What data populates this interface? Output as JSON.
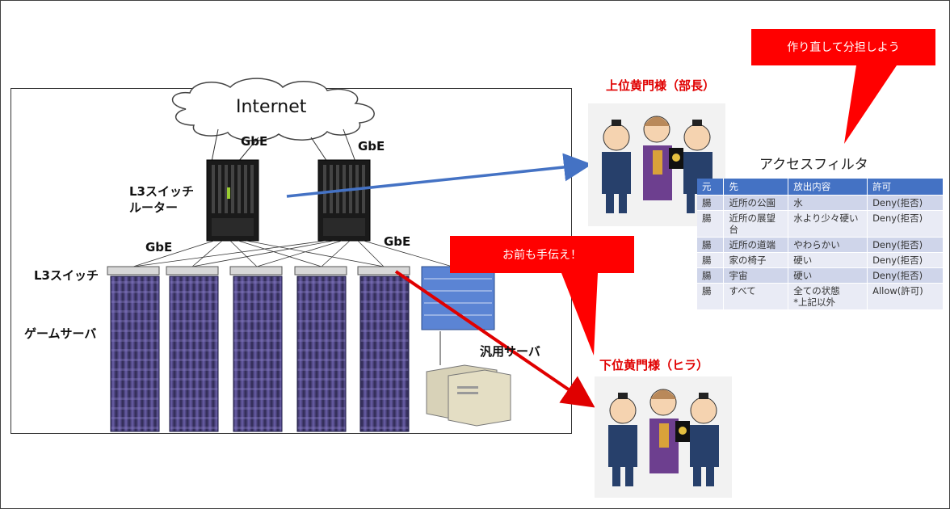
{
  "diagram": {
    "internet_label": "Internet",
    "gbe_upper_left": "GbE",
    "gbe_upper_right": "GbE",
    "gbe_lower_left": "GbE",
    "gbe_lower_right": "GbE",
    "router_label_line1": "L3スイッチ",
    "router_label_line2": "ルーター",
    "switch_label": "L3スイッチ",
    "game_server_label": "ゲームサーバ",
    "general_server_label": "汎用サーバ"
  },
  "callouts": {
    "top": "作り直して分担しよう",
    "middle": "お前も手伝え！"
  },
  "groups": {
    "upper_title": "上位黄門様（部長）",
    "lower_title": "下位黄門様（ヒラ）"
  },
  "acl": {
    "title": "アクセスフィルタ",
    "headers": [
      "元",
      "先",
      "放出内容",
      "許可"
    ],
    "rows": [
      [
        "腸",
        "近所の公園",
        "水",
        "Deny(拒否)"
      ],
      [
        "腸",
        "近所の展望台",
        "水より少々硬い",
        "Deny(拒否)"
      ],
      [
        "腸",
        "近所の道端",
        "やわらかい",
        "Deny(拒否)"
      ],
      [
        "腸",
        "家の椅子",
        "硬い",
        "Deny(拒否)"
      ],
      [
        "腸",
        "宇宙",
        "硬い",
        "Deny(拒否)"
      ],
      [
        "腸",
        "すべて",
        "全ての状態\n*上記以外",
        "Allow(許可)"
      ]
    ]
  },
  "colors": {
    "callout_red": "#ff0000",
    "title_red": "#e00000",
    "arrow_blue": "#4472c4",
    "arrow_red": "#e00000",
    "table_header": "#4472c4",
    "table_row_odd": "#cfd5ea",
    "table_row_even": "#e9ebf5",
    "server_purple": "#3b3566"
  },
  "icons": {
    "cloud": "cloud-icon",
    "router": "router-icon",
    "switch": "switch-icon",
    "rack": "server-rack-icon",
    "blade": "blade-server-icon",
    "tower": "tower-server-icon",
    "people": "koumon-group-icon"
  }
}
